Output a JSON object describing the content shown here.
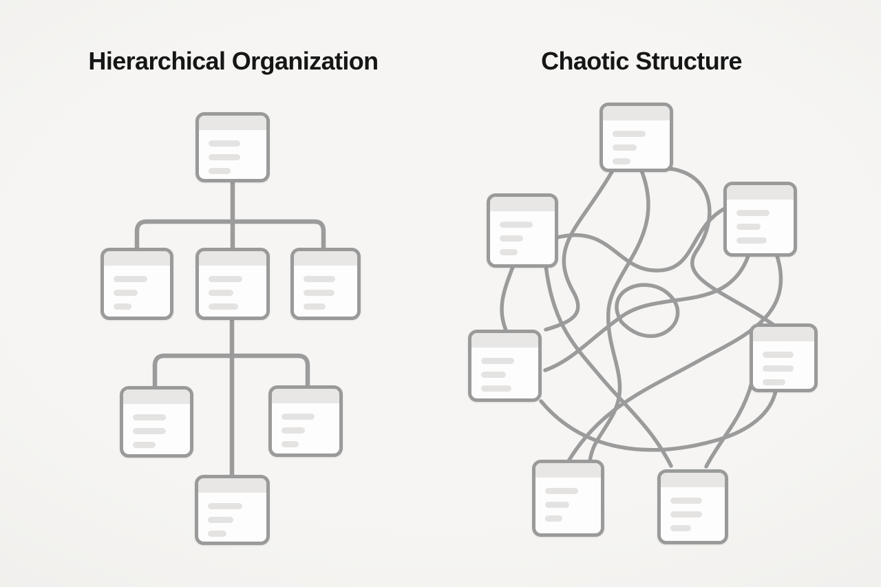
{
  "page": {
    "background_color": "#f5f4f2"
  },
  "titles": {
    "left": "Hierarchical Organization",
    "right": "Chaotic Structure"
  },
  "colors": {
    "title_text": "#161616",
    "card_border": "#9a9a9a",
    "card_background": "#fdfdfd",
    "card_header_band": "#e8e7e5",
    "placeholder_line": "#e4e3e1",
    "connector_line": "#9b9b9b"
  },
  "diagrams": {
    "left": {
      "title": "Hierarchical Organization",
      "type": "tree",
      "card_count": 7,
      "levels": [
        1,
        3,
        2,
        1
      ]
    },
    "right": {
      "title": "Chaotic Structure",
      "type": "tangled-network",
      "card_count": 7
    }
  }
}
